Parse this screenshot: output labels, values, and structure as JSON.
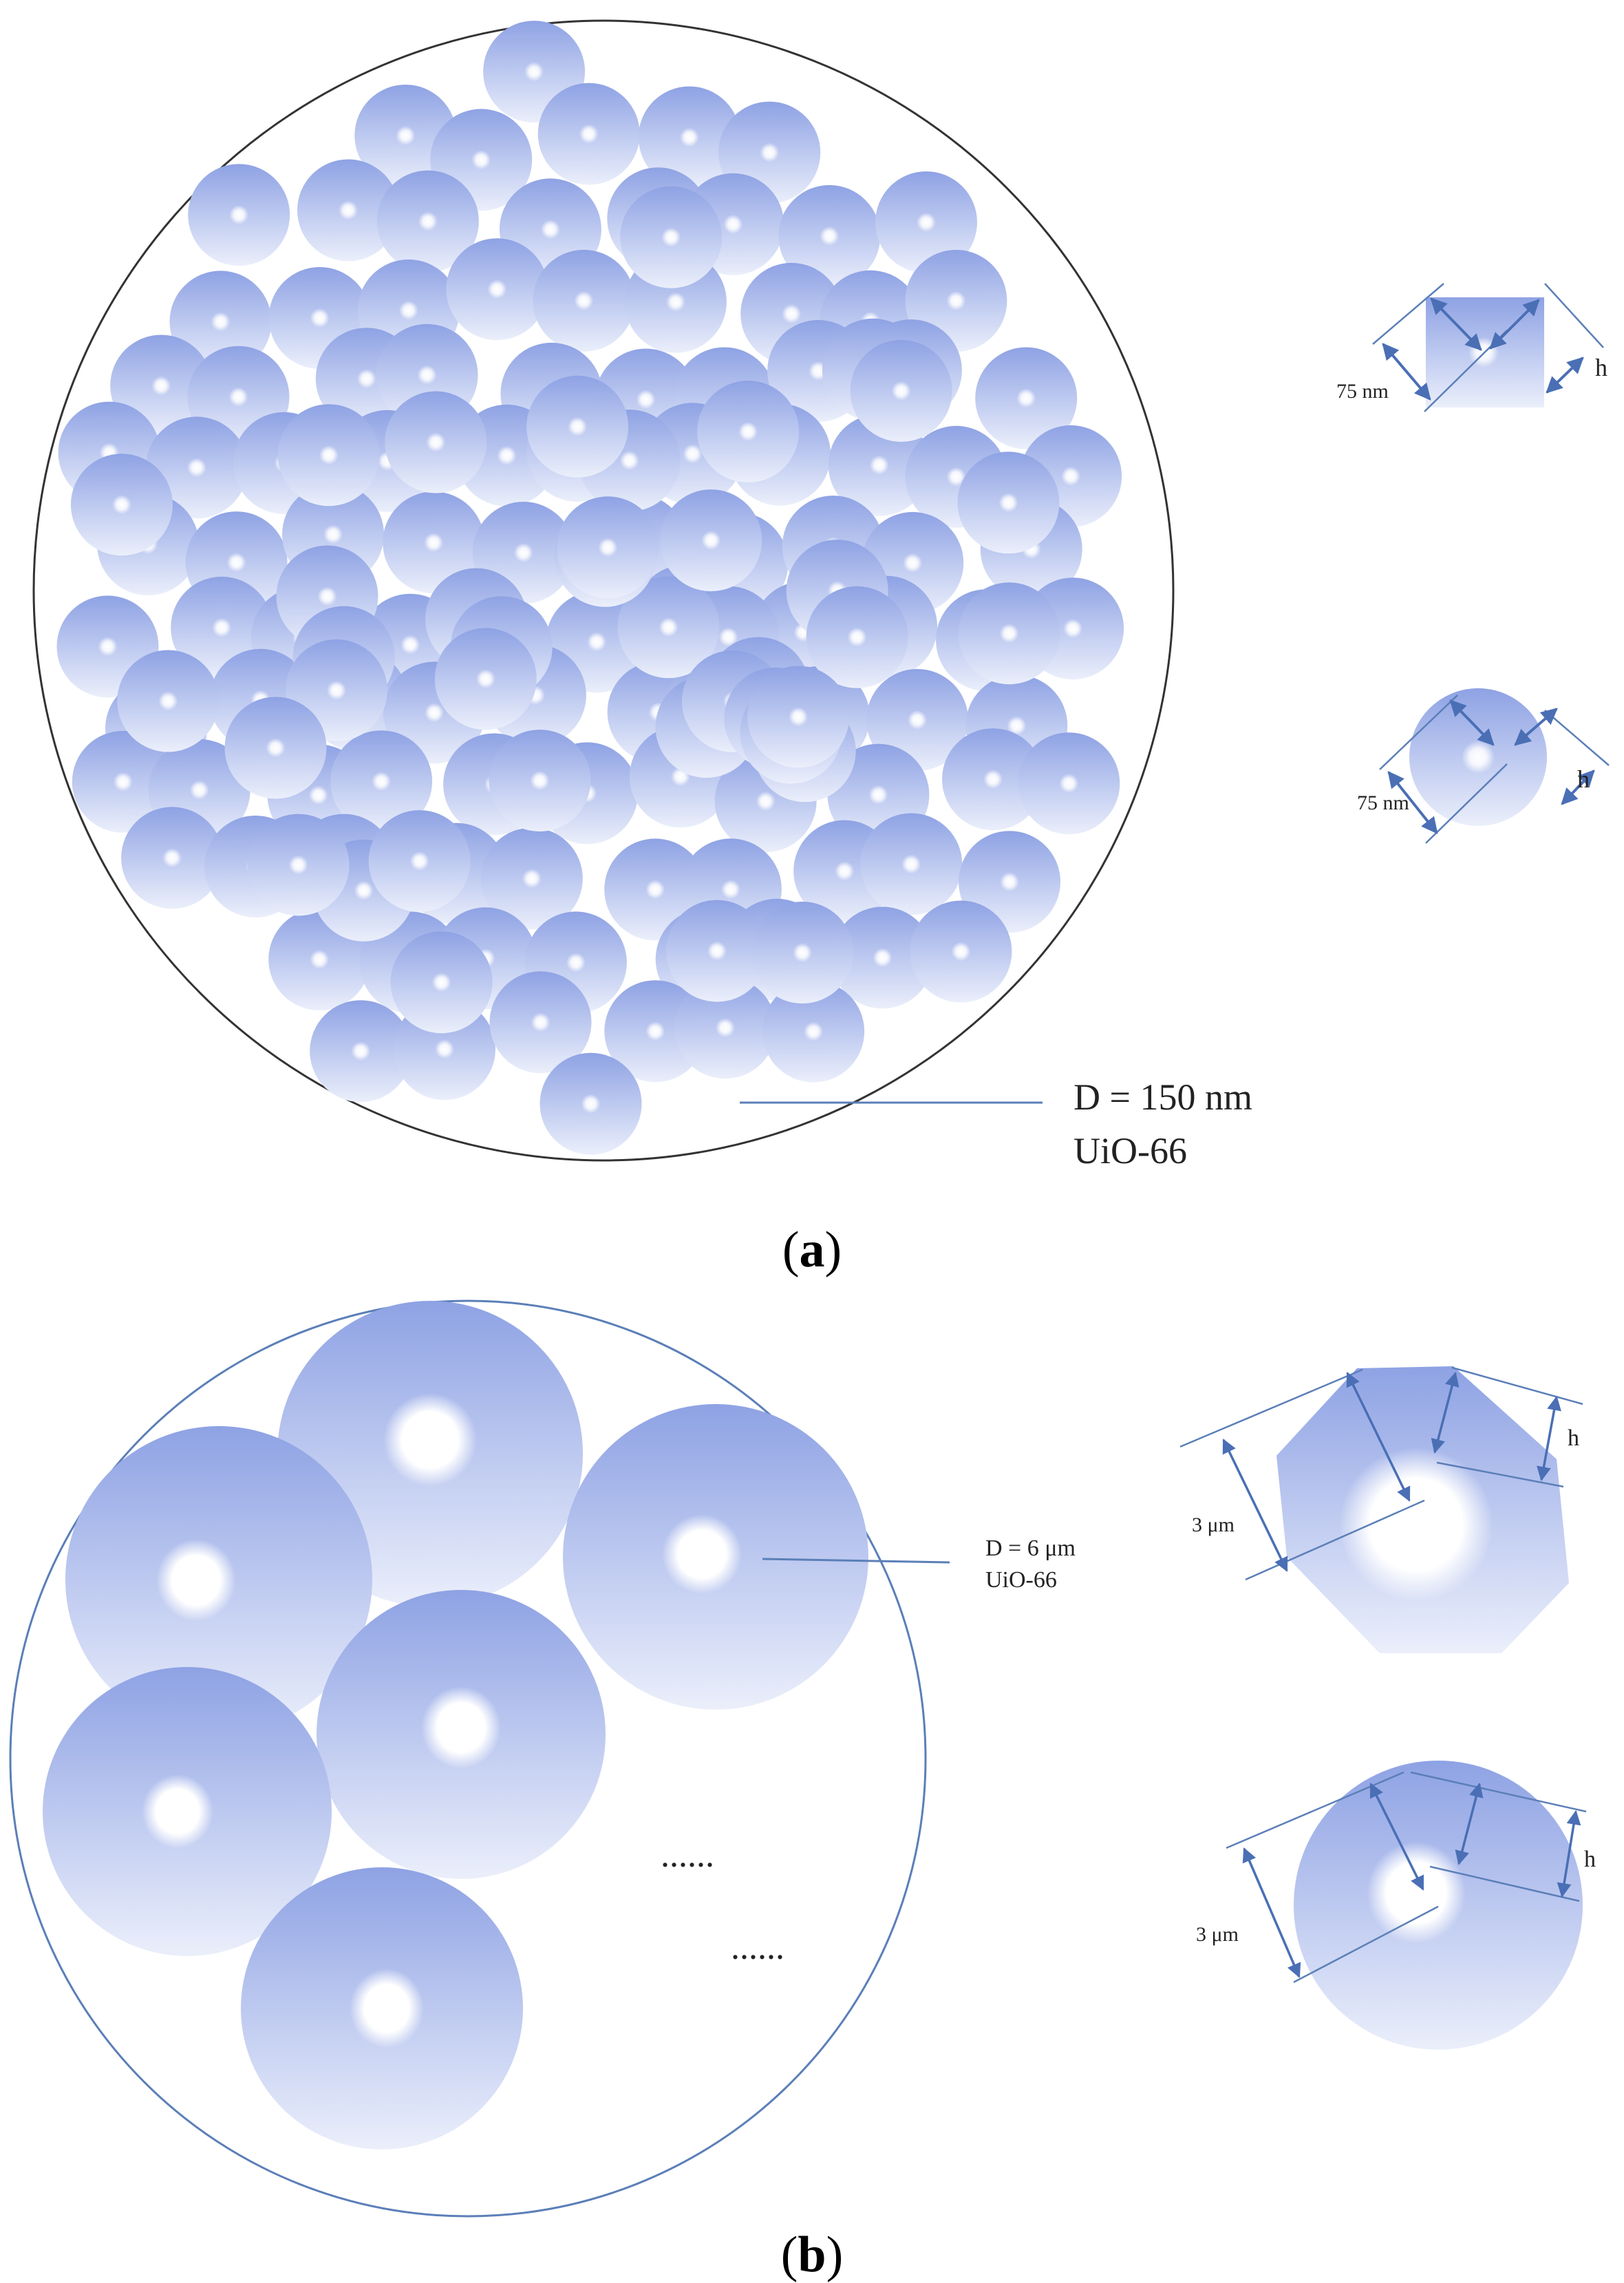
{
  "panels": {
    "a": {
      "label_open": "(",
      "label_letter": "a",
      "label_close": ")",
      "particle_label": "D = 150 nm",
      "material_label": "UiO-66",
      "square_dim_label": "75 nm",
      "square_h_label": "h",
      "circle_dim_label": "75 nm",
      "circle_h_label": "h"
    },
    "b": {
      "label_open": "(",
      "label_letter": "b",
      "label_close": ")",
      "particle_label": "D = 6 μm",
      "material_label": "UiO-66",
      "ellipsis_1": "......",
      "ellipsis_2": "......",
      "octagon_dim_label": "3 μm",
      "octagon_h_label": "h",
      "circle_dim_label": "3 μm",
      "circle_h_label": "h"
    }
  },
  "colors": {
    "particle_top": "#8fa3e6",
    "particle_bottom": "#e9eefb",
    "particle_core": "#ffffff",
    "arrow": "#4a6fb5",
    "guide_line": "#5b7fb8",
    "container_line": "#333333"
  }
}
